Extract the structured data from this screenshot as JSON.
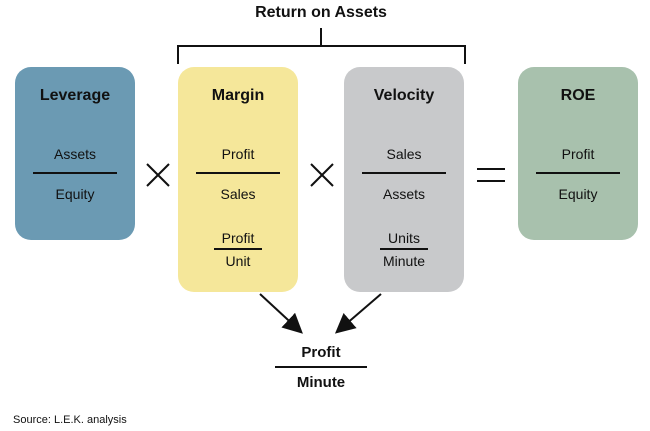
{
  "header": {
    "label": "Return on Assets"
  },
  "boxes": {
    "leverage": {
      "title": "Leverage",
      "numerator": "Assets",
      "denominator": "Equity",
      "color": "#6b9ab3"
    },
    "margin": {
      "title": "Margin",
      "numerator": "Profit",
      "denominator": "Sales",
      "numerator2": "Profit",
      "denominator2": "Unit",
      "color": "#f5e79a"
    },
    "velocity": {
      "title": "Velocity",
      "numerator": "Sales",
      "denominator": "Assets",
      "numerator2": "Units",
      "denominator2": "Minute",
      "color": "#c8c9cb"
    },
    "roe": {
      "title": "ROE",
      "numerator": "Profit",
      "denominator": "Equity",
      "color": "#a8c1ad"
    }
  },
  "operators": {
    "multiply1": "×",
    "multiply2": "×",
    "equals": "="
  },
  "result": {
    "numerator": "Profit",
    "denominator": "Minute"
  },
  "footer": {
    "source": "Source: L.E.K. analysis"
  }
}
